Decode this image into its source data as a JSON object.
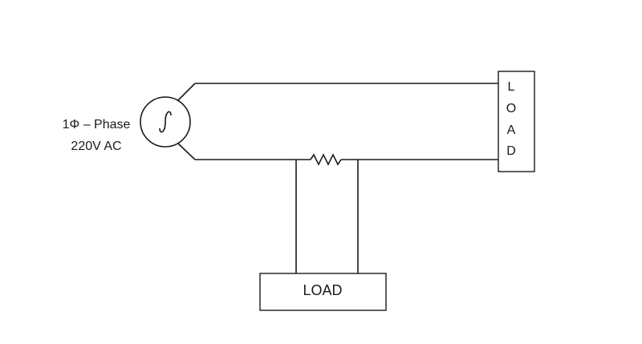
{
  "source": {
    "label_line1": "1Φ – Phase",
    "label_line2": "220V AC"
  },
  "right_load": {
    "letters": [
      "L",
      "O",
      "A",
      "D"
    ]
  },
  "bottom_load": {
    "label": "LOAD"
  }
}
